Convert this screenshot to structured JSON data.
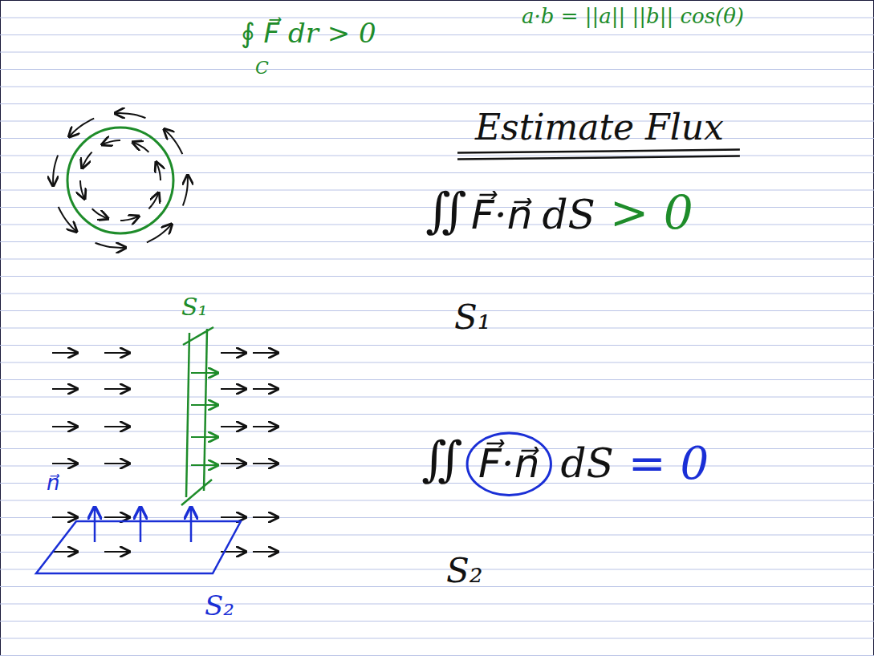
{
  "diagram": {
    "title": "Estimate Flux",
    "labels": [
      "∮ F⃗ dr > 0",
      "C",
      "a·b = ||a|| ||b|| cos(θ)",
      "∬",
      "F⃗·n⃗",
      "dS",
      "> 0",
      "S₁",
      "∬",
      "F⃗·n⃗",
      "dS",
      "= 0",
      "S₂",
      "S₁",
      "n⃗",
      "S₂"
    ]
  }
}
